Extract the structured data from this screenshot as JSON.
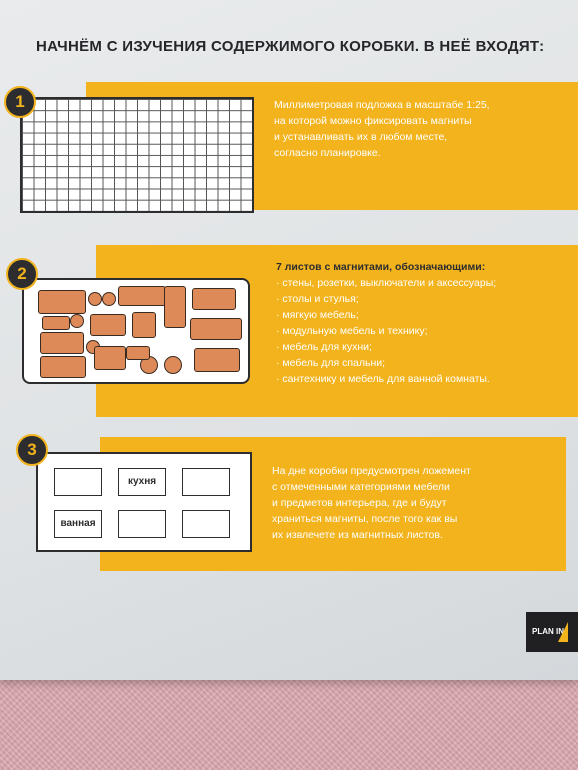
{
  "heading": "НАЧНЁМ С ИЗУЧЕНИЯ СОДЕРЖИМОГО КОРОБКИ. В НЕЁ ВХОДЯТ:",
  "steps": [
    {
      "number": "1",
      "lines": [
        "Миллиметровая подложка в масштабе 1:25,",
        "на которой можно фиксировать магниты",
        "и устанавливать их в любом месте,",
        "согласно планировке."
      ]
    },
    {
      "number": "2",
      "title": "7 листов с магнитами, обозначающими:",
      "items": [
        "· стены, розетки, выключатели и аксессуары;",
        "· столы и стулья;",
        "· мягкую мебель;",
        "· модульную мебель и технику;",
        "· мебель для кухни;",
        "· мебель для спальни;",
        "· сантехнику и мебель для ванной комнаты."
      ]
    },
    {
      "number": "3",
      "lines": [
        "На дне коробки предусмотрен ложемент",
        "с отмеченными категориями мебели",
        "и предметов интерьера, где и будут",
        "храниться магниты, после того как вы",
        "их извлечете из магнитных листов."
      ],
      "tray_labels": {
        "kitchen": "кухня",
        "bathroom": "ванная"
      }
    }
  ],
  "logo": {
    "text": "PLAN IN"
  },
  "colors": {
    "accent": "#f2b31d",
    "dark": "#2d2d30",
    "magnet": "#de8a58",
    "fabric": "#dba7af"
  }
}
